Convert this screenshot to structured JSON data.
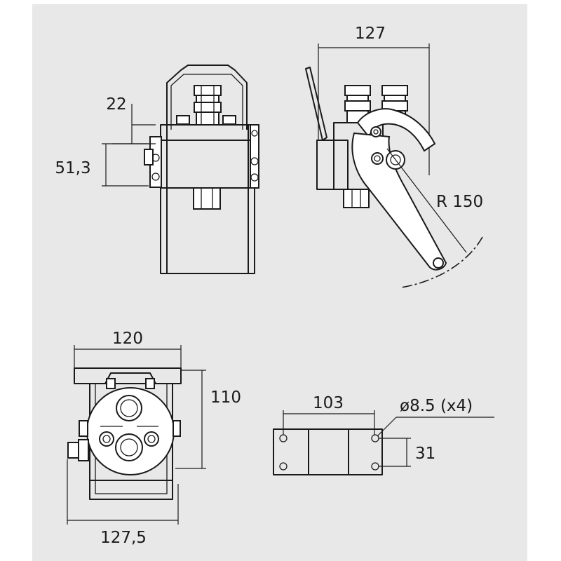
{
  "dimensions": {
    "top_width": "127",
    "side_depth": "22",
    "side_height": "51,3",
    "radius": "R  150",
    "front_width": "120",
    "front_height": "110",
    "base_width": "127,5",
    "hole_spacing": "103",
    "hole_diameter": "ø8.5  (x4)",
    "hole_pitch": "31"
  }
}
